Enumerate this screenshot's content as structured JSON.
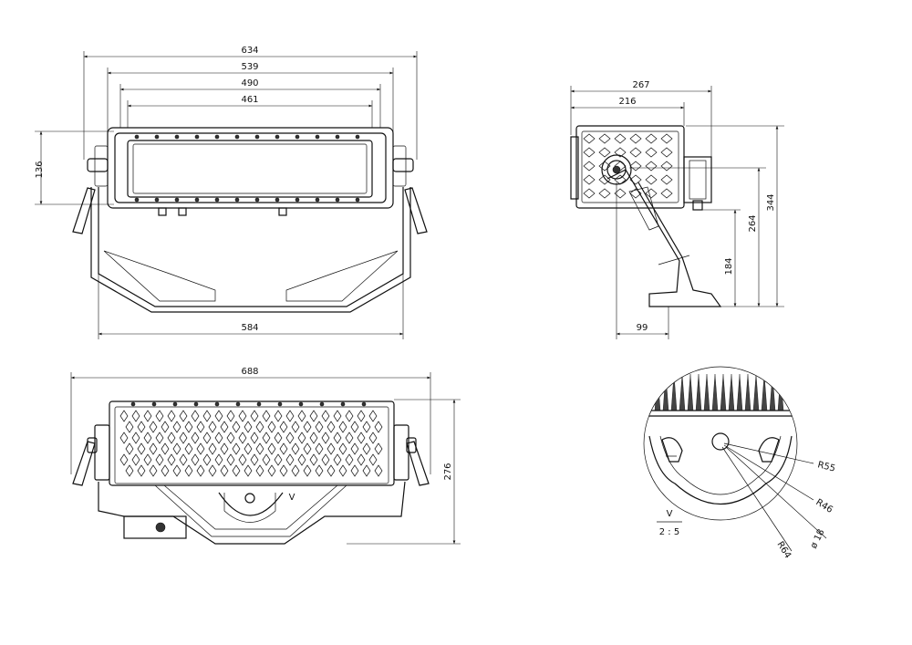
{
  "front_view": {
    "dim_overall_width": "634",
    "dim_housing_width": "539",
    "dim_frame_width": "490",
    "dim_lens_width": "461",
    "dim_height": "136",
    "dim_bracket_width": "584"
  },
  "side_view": {
    "dim_depth": "267",
    "dim_body_depth": "216",
    "dim_total_height": "344",
    "dim_axis_height": "264",
    "dim_bracket_height": "184",
    "dim_base": "99"
  },
  "back_view": {
    "dim_width": "688",
    "dim_height": "276",
    "view_marker": "V"
  },
  "detail_view": {
    "title": "V",
    "scale": "2 : 5",
    "r_outer": "R55",
    "r_inner": "R46",
    "r_large": "R64",
    "diameter": "ø 18"
  }
}
